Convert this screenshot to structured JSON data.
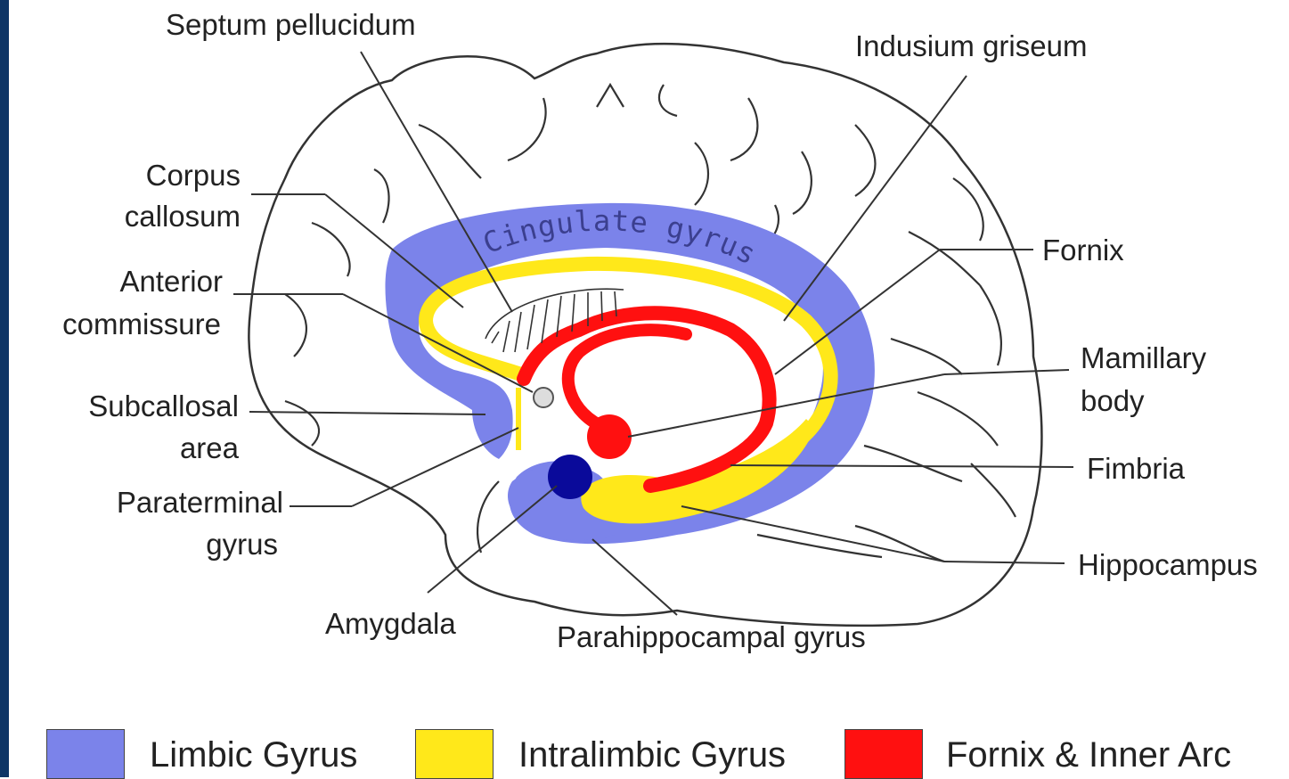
{
  "labels": {
    "septum_pellucidum": "Septum pellucidum",
    "indusium_griseum": "Indusium griseum",
    "corpus_callosum": [
      "Corpus",
      "callosum"
    ],
    "fornix": "Fornix",
    "anterior_commissure": [
      "Anterior",
      "commissure"
    ],
    "mamillary_body": [
      "Mamillary",
      "body"
    ],
    "subcallosal_area": [
      "Subcallosal",
      "area"
    ],
    "fimbria": "Fimbria",
    "paraterminal_gyrus": [
      "Paraterminal",
      "gyrus"
    ],
    "hippocampus": "Hippocampus",
    "amygdala": "Amygdala",
    "parahippocampal_gyrus": "Parahippocampal gyrus",
    "cingulate_gyrus": "Cingulate gyrus"
  },
  "legend": [
    {
      "label": "Limbic Gyrus",
      "color": "#7b83ea"
    },
    {
      "label": "Intralimbic Gyrus",
      "color": "#ffe81a"
    },
    {
      "label": "Fornix & Inner Arc",
      "color": "#ff1010"
    }
  ],
  "colors": {
    "amygdala": "#0a0a9a",
    "mamillary_body": "#ff1010",
    "outline": "#333333",
    "frame": "#0d3566"
  }
}
